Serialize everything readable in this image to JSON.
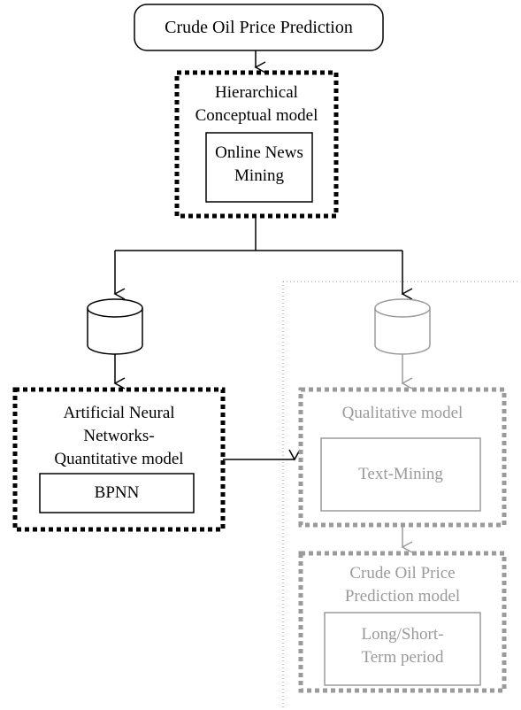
{
  "diagram": {
    "start_node": {
      "label": "Crude Oil Price Prediction"
    },
    "hierarchical_model": {
      "title_line1": "Hierarchical",
      "title_line2": "Conceptual model",
      "inner_line1": "Online News",
      "inner_line2": "Mining"
    },
    "ann_model": {
      "title_line1": "Artificial Neural",
      "title_line2": "Networks-",
      "title_line3": "Quantitative model",
      "inner_label": "BPNN"
    },
    "qualitative_model": {
      "title": "Qualitative model",
      "inner_label": "Text-Mining"
    },
    "prediction_model": {
      "title_line1": "Crude Oil Price",
      "title_line2": "Prediction model",
      "inner_line1": "Long/Short-",
      "inner_line2": "Term period"
    },
    "colors": {
      "active": "#000000",
      "inactive": "#9a9a9a"
    }
  }
}
